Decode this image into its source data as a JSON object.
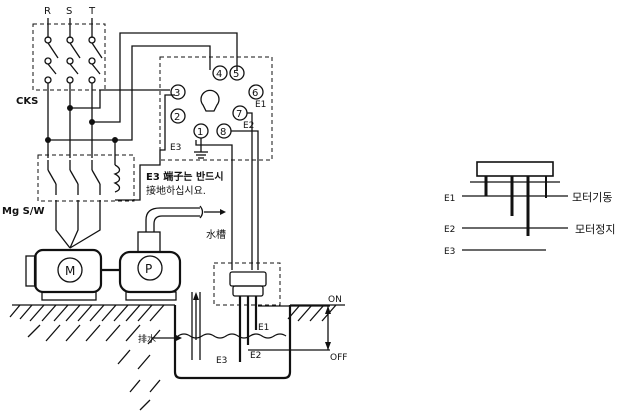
{
  "phases": [
    "R",
    "S",
    "T"
  ],
  "labels": {
    "cks": "CKS",
    "mgsw": "Mg S/W",
    "motor": "M",
    "pump": "P",
    "water_tank": "水槽",
    "drain": "排水",
    "note_line1": "E3 端子는 반드시",
    "note_line2": "接地하십시요.",
    "on": "ON",
    "off": "OFF"
  },
  "relay_pins": [
    "1",
    "2",
    "3",
    "4",
    "5",
    "6",
    "7",
    "8"
  ],
  "electrodes": {
    "relay_e1": "E1",
    "relay_e2": "E2",
    "relay_e3": "E3",
    "tank_e1": "E1",
    "tank_e2": "E2",
    "tank_e3": "E3"
  },
  "timing": {
    "e1": "E1",
    "e2": "E2",
    "e3": "E3",
    "motor_start": "모터기동",
    "motor_stop": "모터정지"
  }
}
